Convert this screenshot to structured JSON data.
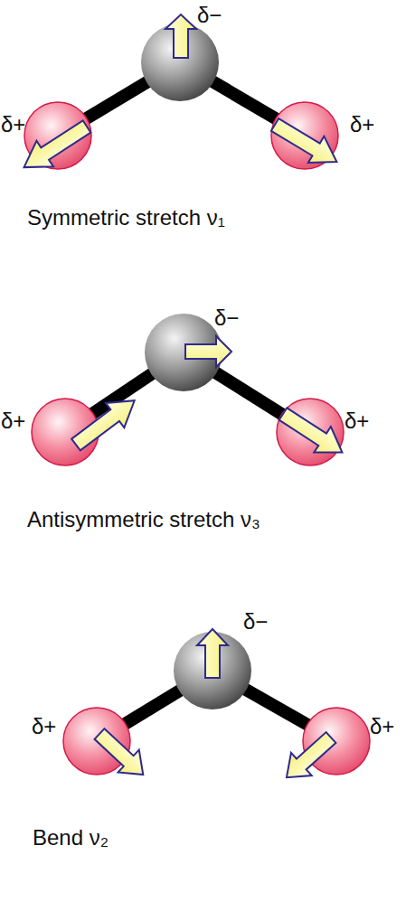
{
  "diagram": {
    "labels": [
      "δ−",
      "δ+",
      "δ+",
      "Symmetric stretch ν₁",
      "δ−",
      "δ+",
      "δ+",
      "Antisymmetric stretch ν₃",
      "δ−",
      "δ+",
      "δ+",
      "Bend ν₂"
    ]
  }
}
